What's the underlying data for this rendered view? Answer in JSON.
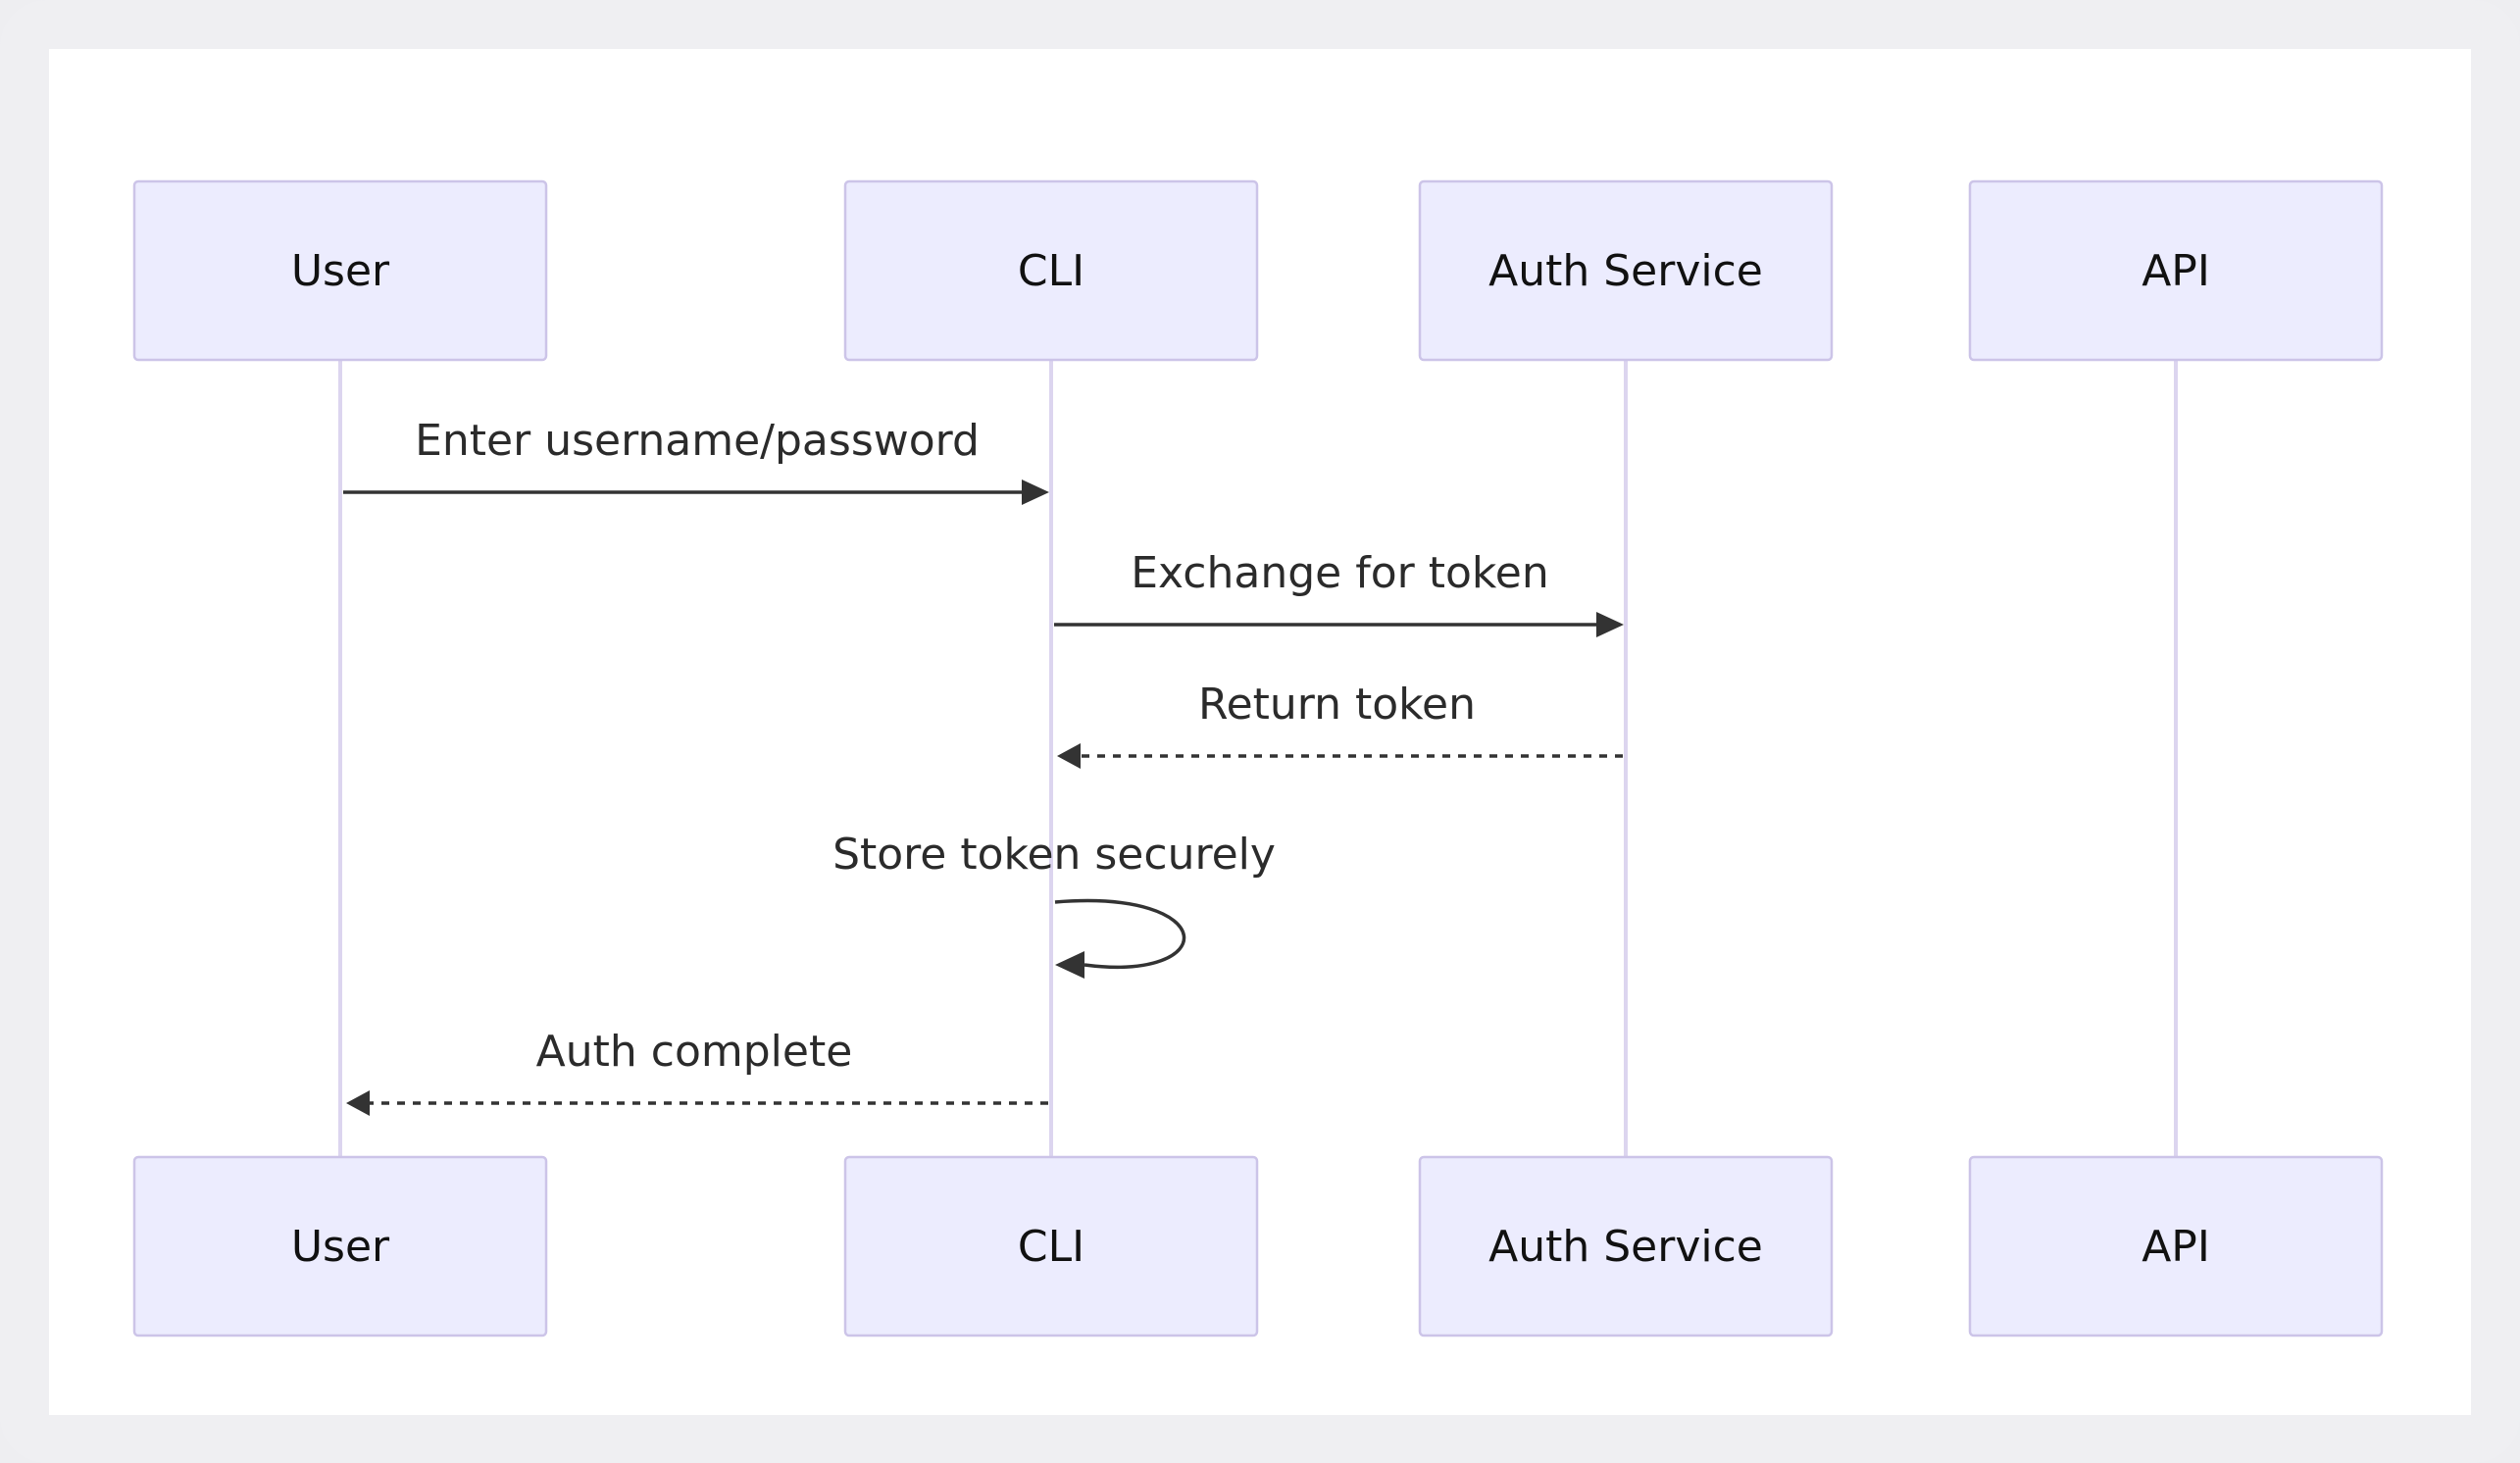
{
  "diagram": {
    "type": "sequence",
    "participants": [
      "User",
      "CLI",
      "Auth Service",
      "API"
    ],
    "messages": [
      {
        "from": "User",
        "to": "CLI",
        "label": "Enter username/password",
        "style": "solid"
      },
      {
        "from": "CLI",
        "to": "Auth Service",
        "label": "Exchange for token",
        "style": "solid"
      },
      {
        "from": "Auth Service",
        "to": "CLI",
        "label": "Return token",
        "style": "dashed"
      },
      {
        "from": "CLI",
        "to": "CLI",
        "label": "Store token securely",
        "style": "solid"
      },
      {
        "from": "CLI",
        "to": "User",
        "label": "Auth complete",
        "style": "dashed"
      }
    ]
  },
  "colors": {
    "actor_fill": "#ececfe",
    "actor_border": "#ccc4e8",
    "lifeline": "#dcd5ef",
    "arrow": "#333333"
  }
}
